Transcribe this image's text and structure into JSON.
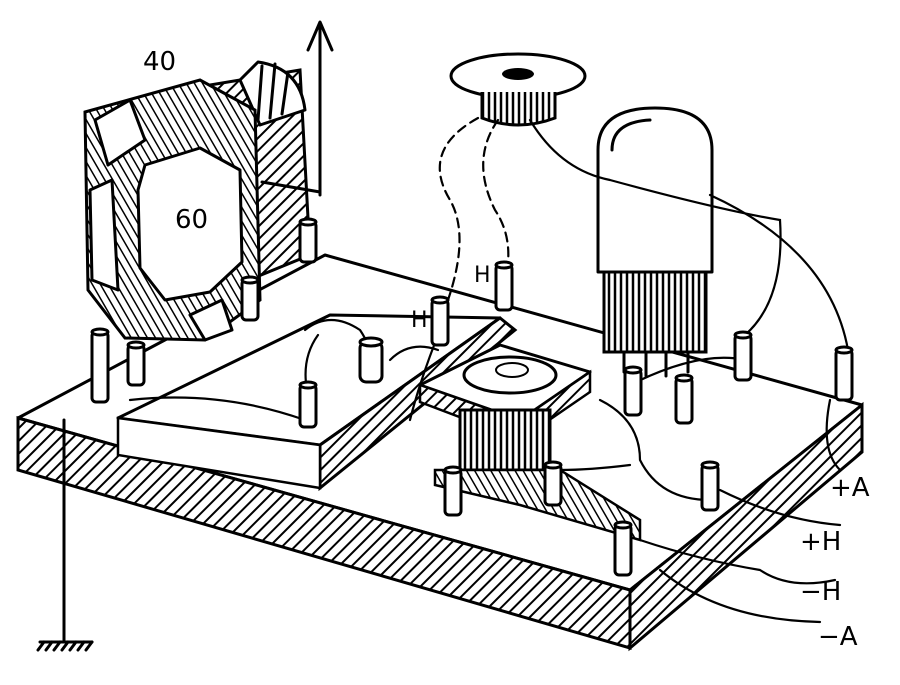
{
  "labels": {
    "coil_top": "40",
    "coil_center": "60",
    "post_h_left": "H",
    "post_h_right": "H",
    "term_plus_a": "+A",
    "term_plus_h": "+H",
    "term_minus_h": "−H",
    "term_minus_a": "−A"
  }
}
